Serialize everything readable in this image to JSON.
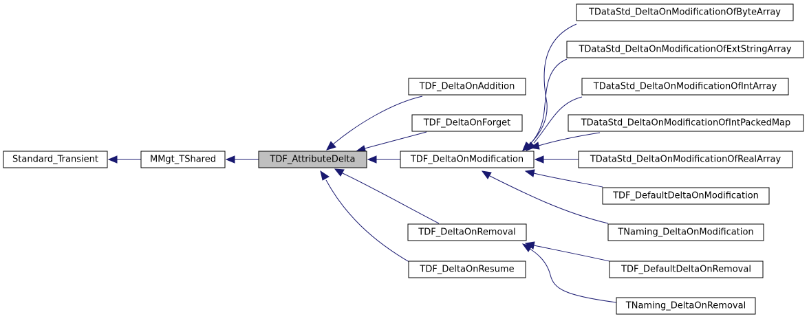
{
  "nodes": {
    "standard_transient": "Standard_Transient",
    "mmgt_tshared": "MMgt_TShared",
    "tdf_attributedelta": "TDF_AttributeDelta",
    "tdf_deltaonaddition": "TDF_DeltaOnAddition",
    "tdf_deltaonforget": "TDF_DeltaOnForget",
    "tdf_deltaonmodification": "TDF_DeltaOnModification",
    "tdf_deltaonremoval": "TDF_DeltaOnRemoval",
    "tdf_deltaonresume": "TDF_DeltaOnResume",
    "tdatastd_bytearray": "TDataStd_DeltaOnModificationOfByteArray",
    "tdatastd_extstringarray": "TDataStd_DeltaOnModificationOfExtStringArray",
    "tdatastd_intarray": "TDataStd_DeltaOnModificationOfIntArray",
    "tdatastd_intpackedmap": "TDataStd_DeltaOnModificationOfIntPackedMap",
    "tdatastd_realarray": "TDataStd_DeltaOnModificationOfRealArray",
    "tdf_defaultdeltaonmodification": "TDF_DefaultDeltaOnModification",
    "tnaming_deltaonmodification": "TNaming_DeltaOnModification",
    "tdf_defaultdeltaonremoval": "TDF_DefaultDeltaOnRemoval",
    "tnaming_deltaonremoval": "TNaming_DeltaOnRemoval"
  },
  "colors": {
    "edge": "#191970",
    "current_node_fill": "#bfbfbf",
    "node_fill": "#ffffff",
    "node_border": "#000000"
  }
}
